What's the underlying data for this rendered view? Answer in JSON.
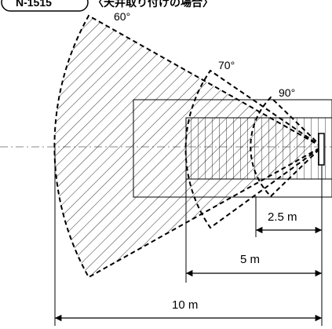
{
  "header": {
    "model_code": "N-1515",
    "note": "〈天井取り付けの場合〉"
  },
  "beam_angles": {
    "wide": "60°",
    "medium": "70°",
    "narrow": "90°"
  },
  "distances": {
    "short": "2.5 m",
    "mid": "5 m",
    "long": "10 m"
  },
  "colors": {
    "line": "#000000",
    "axis": "#888888",
    "background": "#ffffff"
  }
}
